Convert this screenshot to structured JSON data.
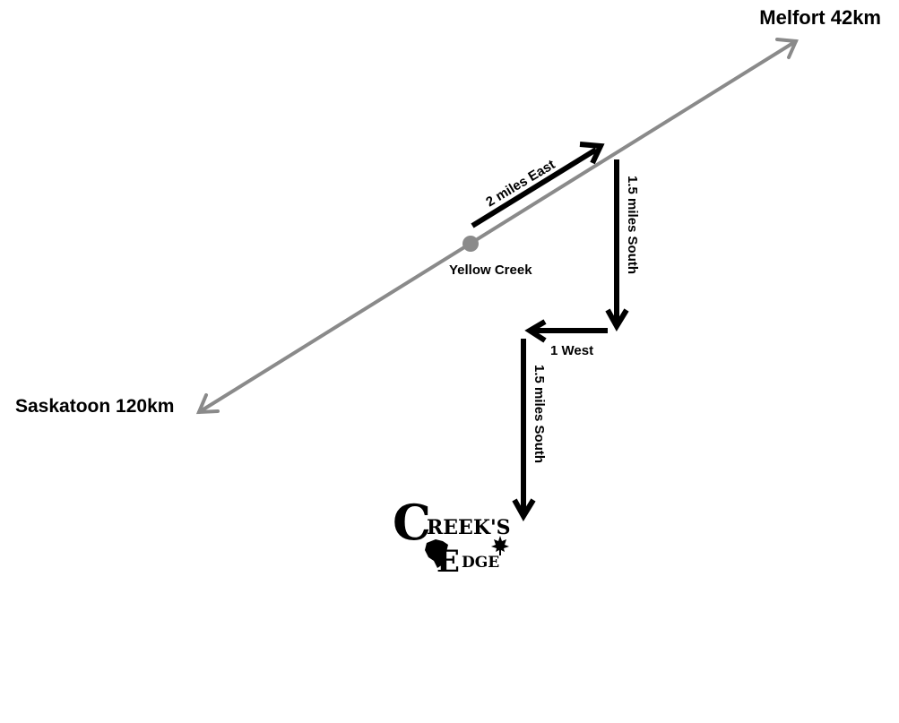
{
  "map": {
    "destinations": {
      "northeast": "Melfort 42km",
      "southwest": "Saskatoon 120km"
    },
    "town": "Yellow Creek",
    "directions": [
      "2 miles East",
      "1.5 miles South",
      "1 West",
      "1.5 miles South"
    ],
    "logo": {
      "line1_initial": "C",
      "line1_rest": "REEK'S",
      "line2_initial": "E",
      "line2_rest": "DGE"
    },
    "colors": {
      "highway": "#8a8a8a",
      "route": "#000000",
      "town_marker": "#8a8a8a"
    }
  }
}
